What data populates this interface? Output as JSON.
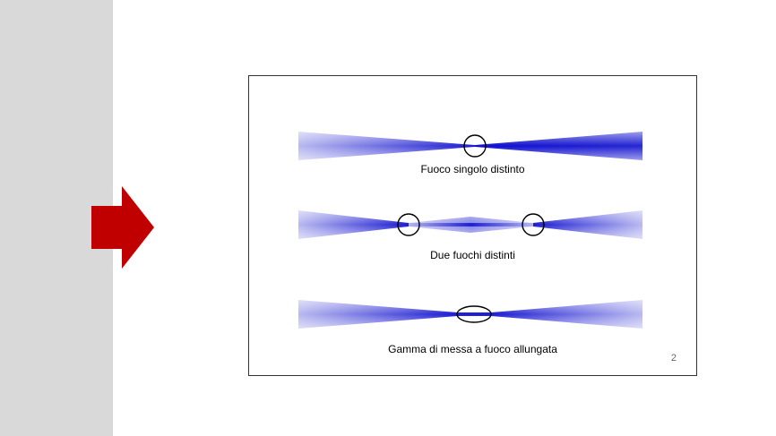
{
  "colors": {
    "sidebar": "#d9d9d9",
    "arrow": "#c00000",
    "beam": "#0000cc",
    "focus_marker": "#000000"
  },
  "diagrams": [
    {
      "caption": "Fuoco singolo distinto",
      "focus_count": 1,
      "focus_shape": "circle"
    },
    {
      "caption": "Due fuochi distinti",
      "focus_count": 2,
      "focus_shape": "circle"
    },
    {
      "caption": "Gamma di messa a fuoco allungata",
      "focus_count": 1,
      "focus_shape": "ellipse"
    }
  ],
  "slide": {
    "page_number": "2"
  }
}
